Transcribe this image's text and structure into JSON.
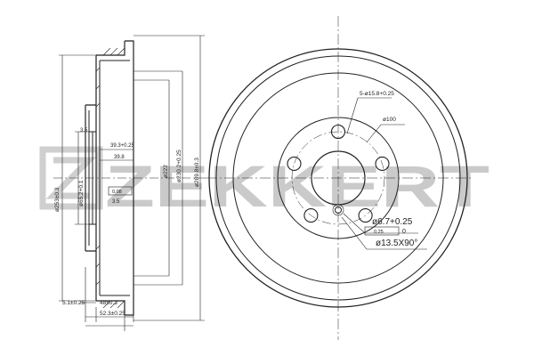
{
  "brand": {
    "name": "ZEKKERT",
    "mark": "Z"
  },
  "side_view": {
    "dims": {
      "d_outer": "ø253±0.3",
      "d_hub": "ø65.2+0.1",
      "bore_tol": "3.5",
      "d_222": "ø222",
      "d_230": "ø230.2+0.25",
      "d_bore": "ø289.8±0.3",
      "depth_1": "39.3+0.25",
      "depth_2": "39.8",
      "callout_1": "0.08",
      "callout_2": "3.5",
      "w_flange": "5.1±0.25",
      "w_48": "48±0.3",
      "w_total": "52.3±0.25"
    }
  },
  "front_view": {
    "dims": {
      "holes": "5-ø15.8+0.25",
      "pcd": "ø100",
      "thread": "ø6.7+0.25",
      "thread_tol": "0",
      "center": "ø13.5X90°",
      "callout": "0.25"
    }
  }
}
